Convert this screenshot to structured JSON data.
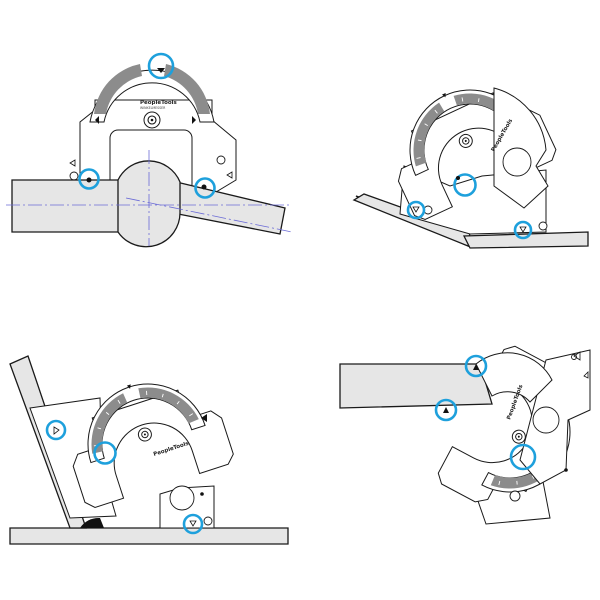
{
  "brand": "PeopleTools",
  "subtitle_line_1": "WINKELMESSER",
  "subtitle_line_2": "ANGLE METER",
  "colors": {
    "highlight": "#1ea0dc",
    "workpiece": "#e6e6e6",
    "scale_band": "#8c8c8c",
    "axis_line": "#6b6bd6"
  },
  "panels": [
    {
      "id": "joint-angle",
      "icon": "angle-meter-icon"
    },
    {
      "id": "inside-angle",
      "icon": "angle-meter-icon"
    },
    {
      "id": "outside-angle",
      "icon": "angle-meter-icon"
    },
    {
      "id": "overhang-angle",
      "icon": "angle-meter-icon"
    }
  ]
}
